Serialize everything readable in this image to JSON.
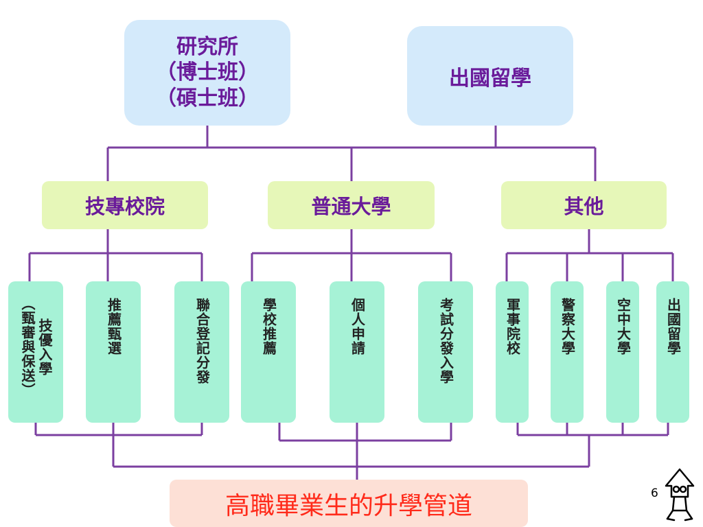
{
  "top": {
    "graduate": "研究所\n（博士班）\n（碩士班）",
    "abroad": "出國留學"
  },
  "middle": {
    "tech": "技專校院",
    "general": "普通大學",
    "other": "其他"
  },
  "leaves": {
    "tech_excellence": "技優入學",
    "tech_excellence_note": "（甄審與保送）",
    "recommend_select": "推薦甄選",
    "joint_register": "聯合登記分發",
    "school_recommend": "學校推薦",
    "personal_apply": "個人申請",
    "exam_assign": "考試分發入學",
    "military": "軍事院校",
    "police": "警察大學",
    "open_univ": "空中大學",
    "study_abroad": "出國留學"
  },
  "bottom_title": "高職畢業生的升學管道",
  "page_number": "6",
  "colors": {
    "line": "#7b3fa0",
    "text_purple": "#6a1b9a",
    "title_red": "#ff2a1a",
    "top_box": "#d4eafb",
    "mid_box": "#e6f7b8",
    "leaf_box": "#a6f2d6",
    "bottom_box": "#fde0d6"
  }
}
